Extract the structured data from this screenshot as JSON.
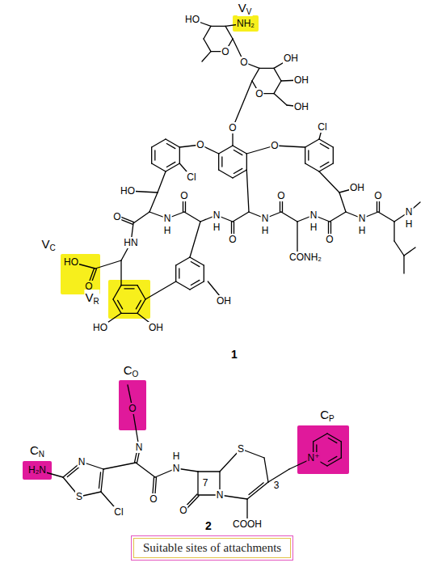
{
  "diagram": {
    "nodes": [
      {
        "text": [
          "VV",
          "NH₂"
        ]
      },
      {
        "text": [
          "VC",
          "HO",
          "O"
        ]
      },
      {
        "text": [
          "VR"
        ]
      },
      {
        "text": [
          "CO",
          "O"
        ]
      },
      {
        "text": [
          "CN",
          "H₂N"
        ]
      },
      {
        "text": [
          "CP",
          "N⁺"
        ]
      },
      {
        "text": [
          "Suitable sites of attachments"
        ]
      }
    ],
    "labels": [
      "HO",
      "O",
      "O",
      "OH",
      "OH",
      "O",
      "OH",
      "O",
      "O",
      "O",
      "Cl",
      "Cl",
      "HO",
      "OH",
      "O",
      "HN",
      "N",
      "H",
      "O",
      "N",
      "H",
      "O",
      "N",
      "H",
      "O",
      "CONH₂",
      "N",
      "H",
      "O",
      "N",
      "H",
      "O",
      "N",
      "H",
      "HO",
      "OH",
      "OH",
      "1",
      "N",
      "S",
      "Cl",
      "N",
      "O",
      "N",
      "H",
      "7",
      "O",
      "N",
      "S",
      "3",
      "COOH",
      "2"
    ]
  }
}
